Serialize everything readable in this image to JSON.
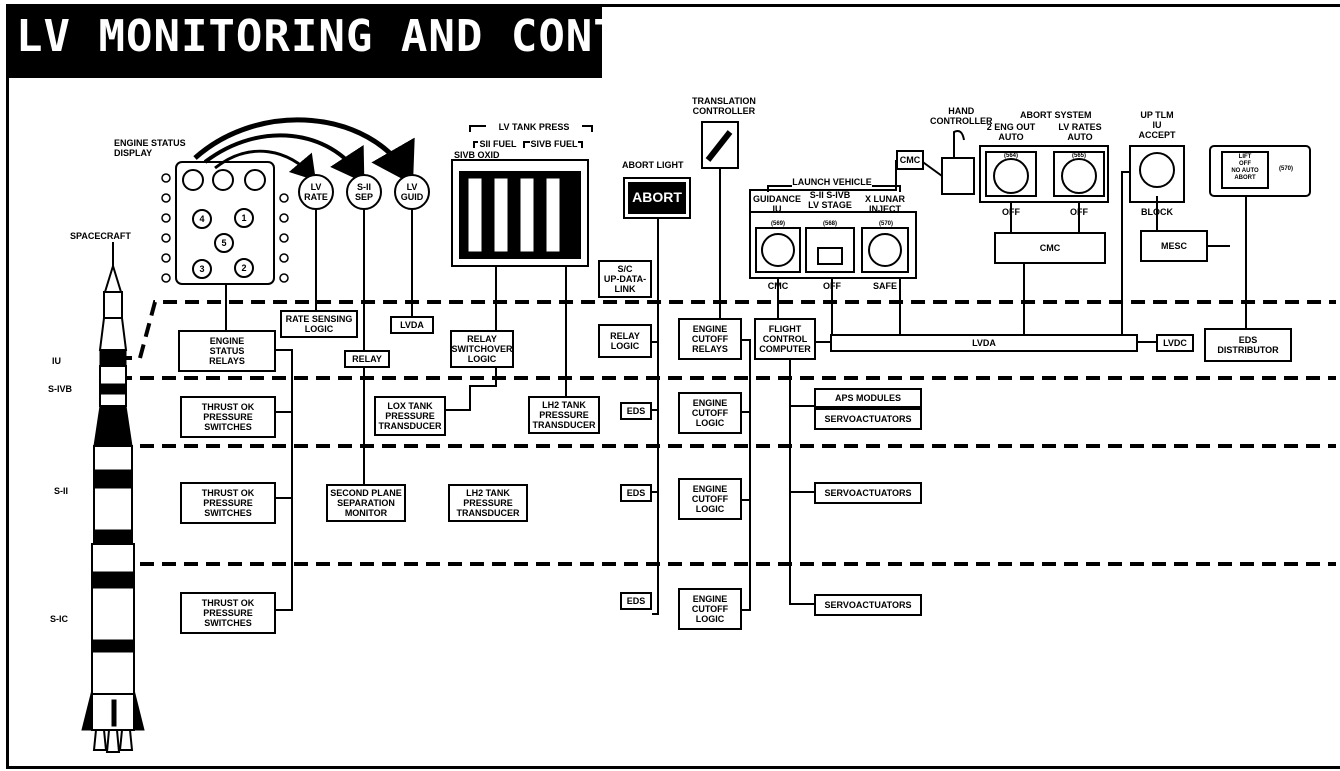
{
  "title": "LV MONITORING AND CONTROL",
  "labels": {
    "spacecraft": "SPACECRAFT",
    "engine_status_display": "ENGINE STATUS\nDISPLAY",
    "lv_tank_press": "LV TANK PRESS",
    "sii_fuel": "SII FUEL",
    "sivb_fuel": "SIVB FUEL",
    "sivb_oxid": "SIVB OXID",
    "abort_light": "ABORT LIGHT",
    "abort": "ABORT",
    "translation_controller": "TRANSLATION\nCONTROLLER",
    "hand_controller": "HAND\nCONTROLLER",
    "abort_system": "ABORT SYSTEM",
    "two_eng_out": "2 ENG OUT\nAUTO",
    "lv_rates": "LV RATES\nAUTO",
    "up_tlm": "UP TLM\nIU\nACCEPT",
    "block": "BLOCK",
    "off1": "OFF",
    "off2": "OFF",
    "launch_vehicle": "LAUNCH VEHICLE",
    "guidance": "GUIDANCE\nIU",
    "sii_sivb": "S-II S-IVB\nLV STAGE",
    "x_lunar": "X LUNAR\nINJECT",
    "cmc_sw": "CMC",
    "off_sw": "OFF",
    "safe_sw": "SAFE",
    "sw569": "(569)",
    "sw568": "(568)",
    "sw570": "(570)",
    "sw564": "(564)",
    "sw565": "(565)",
    "sw570b": "(570)",
    "liftoff": "LIFT\nOFF\nNO AUTO\nABORT",
    "eng1": "1",
    "eng2": "2",
    "eng3": "3",
    "eng4": "4",
    "eng5": "5"
  },
  "indicators": {
    "lv_rate": "LV\nRATE",
    "sii_sep": "S-II\nSEP",
    "lv_guid": "LV\nGUID"
  },
  "stages": {
    "iu": "IU",
    "sivb": "S-IVB",
    "sii": "S-II",
    "sic": "S-IC"
  },
  "boxes": {
    "engine_status_relays": "ENGINE\nSTATUS\nRELAYS",
    "rate_sensing_logic": "RATE SENSING\nLOGIC",
    "lvda_small": "LVDA",
    "relay": "RELAY",
    "relay_switchover": "RELAY\nSWITCHOVER\nLOGIC",
    "sc_uplink": "S/C\nUP-DATA-\nLINK",
    "relay_logic": "RELAY\nLOGIC",
    "engine_cutoff_relays": "ENGINE\nCUTOFF\nRELAYS",
    "flight_control_computer": "FLIGHT\nCONTROL\nCOMPUTER",
    "lvda_main": "LVDA",
    "lvdc": "LVDC",
    "eds_distributor": "EDS\nDISTRIBUTOR",
    "cmc_top": "CMC",
    "cmc_mid": "CMC",
    "mesc": "MESC",
    "thrust_ok_1": "THRUST OK\nPRESSURE\nSWITCHES",
    "thrust_ok_2": "THRUST OK\nPRESSURE\nSWITCHES",
    "thrust_ok_3": "THRUST OK\nPRESSURE\nSWITCHES",
    "lox_tank": "LOX TANK\nPRESSURE\nTRANSDUCER",
    "lh2_tank_1": "LH2 TANK\nPRESSURE\nTRANSDUCER",
    "lh2_tank_2": "LH2 TANK\nPRESSURE\nTRANSDUCER",
    "second_plane": "SECOND PLANE\nSEPARATION\nMONITOR",
    "eds_1": "EDS",
    "eds_2": "EDS",
    "eds_3": "EDS",
    "engine_cutoff_logic_1": "ENGINE\nCUTOFF\nLOGIC",
    "engine_cutoff_logic_2": "ENGINE\nCUTOFF\nLOGIC",
    "engine_cutoff_logic_3": "ENGINE\nCUTOFF\nLOGIC",
    "aps_modules": "APS    MODULES",
    "servo_1": "SERVOACTUATORS",
    "servo_2": "SERVOACTUATORS",
    "servo_3": "SERVOACTUATORS"
  }
}
